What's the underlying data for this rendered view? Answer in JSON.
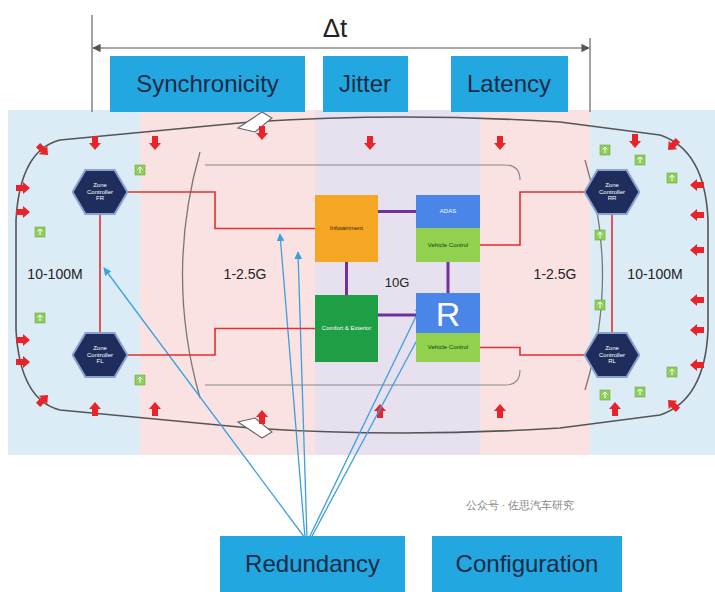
{
  "diagram": {
    "nodes": [
      {
        "text": [
          "Synchronicity"
        ]
      },
      {
        "text": [
          "Jitter"
        ]
      },
      {
        "text": [
          "Latency"
        ]
      },
      {
        "text": [
          "Zone Controller FR"
        ]
      },
      {
        "text": [
          "Zone Controller RR"
        ]
      },
      {
        "text": [
          "Infotainment"
        ]
      },
      {
        "text": [
          "ADAS"
        ]
      },
      {
        "text": [
          "Vehicle Control"
        ]
      },
      {
        "text": [
          "Comfort & Exterior"
        ]
      },
      {
        "text": [
          "R"
        ]
      },
      {
        "text": [
          "Vehicle Control"
        ]
      },
      {
        "text": [
          "Zone Controller FL"
        ]
      },
      {
        "text": [
          "Zone Controller RL"
        ]
      },
      {
        "text": [
          "Redundancy"
        ]
      },
      {
        "text": [
          "Configuration"
        ]
      }
    ],
    "edges": [
      {
        "from": 3,
        "to": 11,
        "arrow": "none"
      },
      {
        "from": 4,
        "to": 12,
        "arrow": "none"
      },
      {
        "from": 3,
        "to": 5,
        "arrow": "none"
      },
      {
        "from": 11,
        "to": 8,
        "arrow": "none"
      },
      {
        "from": 4,
        "to": 7,
        "arrow": "none"
      },
      {
        "from": 12,
        "to": 10,
        "arrow": "none"
      },
      {
        "from": 5,
        "to": 6,
        "arrow": "none"
      },
      {
        "from": 5,
        "to": 8,
        "arrow": "none"
      },
      {
        "from": 8,
        "to": 9,
        "arrow": "none"
      },
      {
        "from": 7,
        "to": 9,
        "arrow": "none"
      }
    ],
    "labels": [
      "Δt",
      "10-100M",
      "1-2.5G",
      "10G",
      "1-2.5G",
      "10-100M",
      "公众号 · 佐思汽车研究"
    ]
  }
}
